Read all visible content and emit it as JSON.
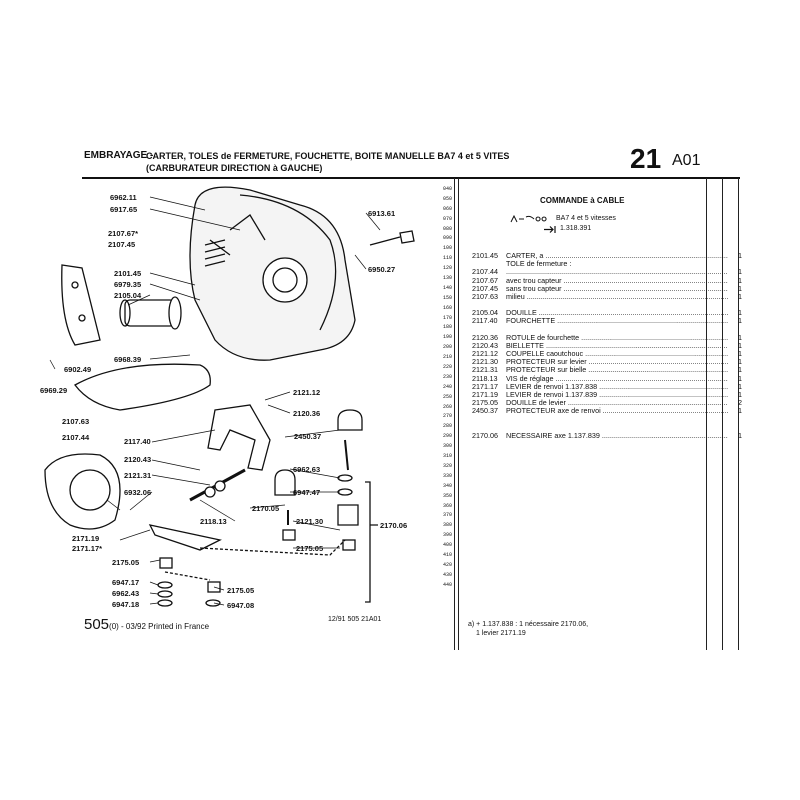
{
  "header": {
    "section": "EMBRAYAGE -",
    "title": "CARTER, TOLES de FERMETURE, FOUCHETTE, BOITE MANUELLE BA7 4 et 5 VITES",
    "subtitle": "(CARBURATEUR DIRECTION à GAUCHE)",
    "group_number": "21",
    "plate_code": "A01"
  },
  "line_codes": [
    "040",
    "050",
    "060",
    "070",
    "080",
    "090",
    "100",
    "110",
    "120",
    "130",
    "140",
    "150",
    "160",
    "170",
    "180",
    "190",
    "200",
    "210",
    "220",
    "230",
    "240",
    "250",
    "260",
    "270",
    "280",
    "290",
    "300",
    "310",
    "320",
    "330",
    "340",
    "350",
    "360",
    "370",
    "380",
    "390",
    "400",
    "410",
    "420",
    "430",
    "440"
  ],
  "right_panel": {
    "title": "COMMANDE à CABLE",
    "cable_line1": "BA7 4 et 5 vitesses",
    "cable_line2": "1.318.391",
    "parts": [
      {
        "ref": "2101.45",
        "desc": "CARTER,  a",
        "qty": "1"
      },
      {
        "ref": "",
        "desc": "TOLE de fermeture :",
        "qty": "",
        "head": true
      },
      {
        "ref": "2107.44",
        "desc": "",
        "qty": "1"
      },
      {
        "ref": "2107.67",
        "desc": "avec trou capteur",
        "qty": "1"
      },
      {
        "ref": "2107.45",
        "desc": "sans trou capteur",
        "qty": "1"
      },
      {
        "ref": "2107.63",
        "desc": "milieu",
        "qty": "1"
      },
      {
        "gap": true
      },
      {
        "ref": "2105.04",
        "desc": "DOUILLE",
        "qty": "1"
      },
      {
        "ref": "2117.40",
        "desc": "FOURCHETTE",
        "qty": "1"
      },
      {
        "gap": true
      },
      {
        "ref": "2120.36",
        "desc": "ROTULE de fourchette",
        "qty": "1"
      },
      {
        "ref": "2120.43",
        "desc": "BIELLETTE",
        "qty": "1"
      },
      {
        "ref": "2121.12",
        "desc": "COUPELLE caoutchouc",
        "qty": "1"
      },
      {
        "ref": "2121.30",
        "desc": "PROTECTEUR sur levier",
        "qty": "1"
      },
      {
        "ref": "2121.31",
        "desc": "PROTECTEUR sur bielle",
        "qty": "1"
      },
      {
        "ref": "2118.13",
        "desc": "VIS de réglage",
        "qty": "1"
      },
      {
        "ref": "2171.17",
        "desc": "LEVIER de renvoi  1.137.838",
        "qty": "1"
      },
      {
        "ref": "2171.19",
        "desc": "LEVIER de renvoi  1.137.839",
        "qty": "1"
      },
      {
        "ref": "2175.05",
        "desc": "DOUILLE de levier",
        "qty": "2"
      },
      {
        "ref": "2450.37",
        "desc": "PROTECTEUR axe de renvoi",
        "qty": "1"
      },
      {
        "gap": true
      },
      {
        "gap": true
      },
      {
        "ref": "2170.06",
        "desc": "NECESSAIRE  axe  1.137.839",
        "qty": "1"
      }
    ],
    "footnote_line1": "a)  +   1.137.838 : 1 nécessaire 2170.06,",
    "footnote_line2": "1 levier 2171.19"
  },
  "footer": {
    "page": "505",
    "page_suffix": "(0) - 03/92 Printed in France",
    "ref": "12/91  505  21A01"
  },
  "callouts": [
    {
      "id": "6962.11",
      "text": "6962.11"
    },
    {
      "id": "6917.65",
      "text": "6917.65"
    },
    {
      "id": "2107.67",
      "text": "2107.67*"
    },
    {
      "id": "2107.45",
      "text": "2107.45"
    },
    {
      "id": "2101.45",
      "text": "2101.45"
    },
    {
      "id": "6979.35",
      "text": "6979.35"
    },
    {
      "id": "2105.04",
      "text": "2105.04"
    },
    {
      "id": "6902.49",
      "text": "6902.49"
    },
    {
      "id": "6968.39",
      "text": "6968.39"
    },
    {
      "id": "6969.29",
      "text": "6969.29"
    },
    {
      "id": "6913.61",
      "text": "6913.61"
    },
    {
      "id": "6950.27",
      "text": "6950.27"
    },
    {
      "id": "2121.12",
      "text": "2121.12"
    },
    {
      "id": "2120.36",
      "text": "2120.36"
    },
    {
      "id": "2107.63",
      "text": "2107.63"
    },
    {
      "id": "2107.44",
      "text": "2107.44"
    },
    {
      "id": "2117.40",
      "text": "2117.40"
    },
    {
      "id": "2450.37",
      "text": "2450.37"
    },
    {
      "id": "2120.43",
      "text": "2120.43"
    },
    {
      "id": "2121.31",
      "text": "2121.31"
    },
    {
      "id": "6932.06",
      "text": "6932.06"
    },
    {
      "id": "6962.63",
      "text": "6962.63"
    },
    {
      "id": "6947.47",
      "text": "6947.47"
    },
    {
      "id": "2170.05",
      "text": "2170.05"
    },
    {
      "id": "2118.13",
      "text": "2118.13"
    },
    {
      "id": "2121.30",
      "text": "2121.30"
    },
    {
      "id": "2170.06",
      "text": "2170.06"
    },
    {
      "id": "2171.19",
      "text": "2171.19"
    },
    {
      "id": "2171.17",
      "text": "2171.17*"
    },
    {
      "id": "2175.05a",
      "text": "2175.05"
    },
    {
      "id": "2175.05b",
      "text": "2175.05"
    },
    {
      "id": "2175.05c",
      "text": "2175.05"
    },
    {
      "id": "6947.17",
      "text": "6947.17"
    },
    {
      "id": "6962.43",
      "text": "6962.43"
    },
    {
      "id": "6947.18",
      "text": "6947.18"
    },
    {
      "id": "6947.08",
      "text": "6947.08"
    }
  ]
}
